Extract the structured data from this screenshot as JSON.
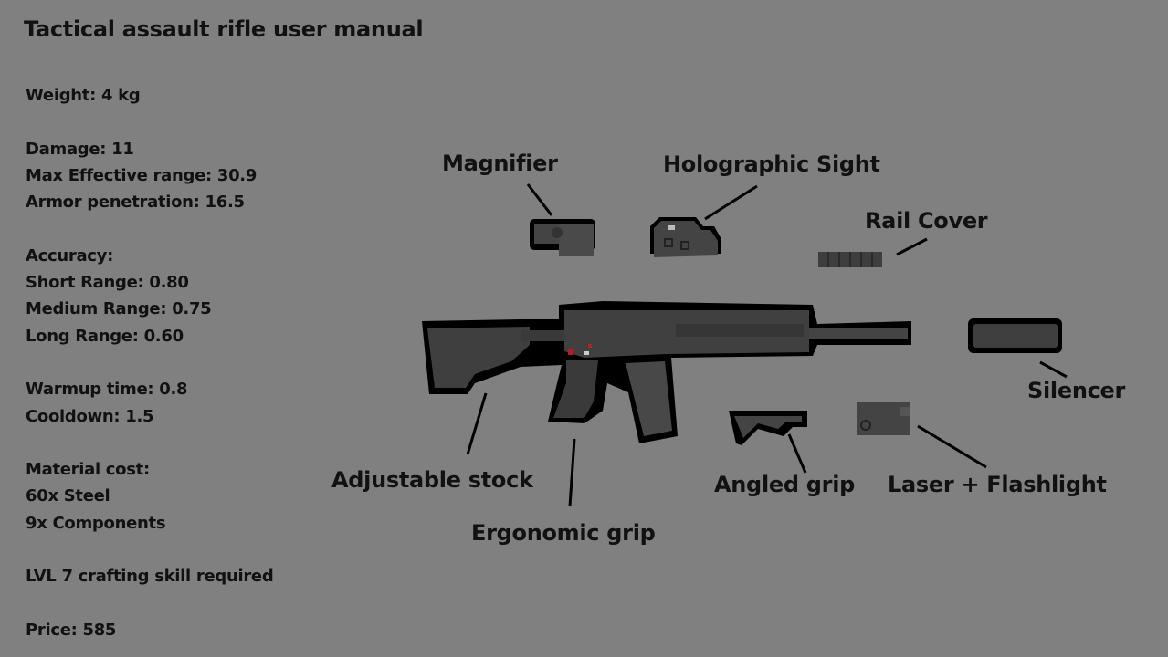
{
  "title": "Tactical assault rifle user manual",
  "stats": [
    "Weight: 4 kg",
    "",
    "Damage: 11",
    "Max Effective range: 30.9",
    "Armor penetration: 16.5",
    "",
    "Accuracy:",
    "Short Range: 0.80",
    "Medium Range: 0.75",
    "Long Range: 0.60",
    "",
    "Warmup time: 0.8",
    "Cooldown: 1.5",
    "",
    "Material cost:",
    "60x Steel",
    "9x Components",
    "",
    "LVL 7 crafting skill required",
    "",
    "Price: 585"
  ],
  "parts": {
    "magnifier": "Magnifier",
    "holographic_sight": "Holographic Sight",
    "rail_cover": "Rail Cover",
    "silencer": "Silencer",
    "adjustable_stock": "Adjustable stock",
    "ergonomic_grip": "Ergonomic grip",
    "angled_grip": "Angled grip",
    "laser_flashlight": "Laser + Flashlight"
  },
  "colors": {
    "background": "#808080",
    "text": "#111111",
    "gun_dark": "#3a3a3a",
    "gun_mid": "#4a4a4a",
    "accent_red": "#b02020"
  }
}
